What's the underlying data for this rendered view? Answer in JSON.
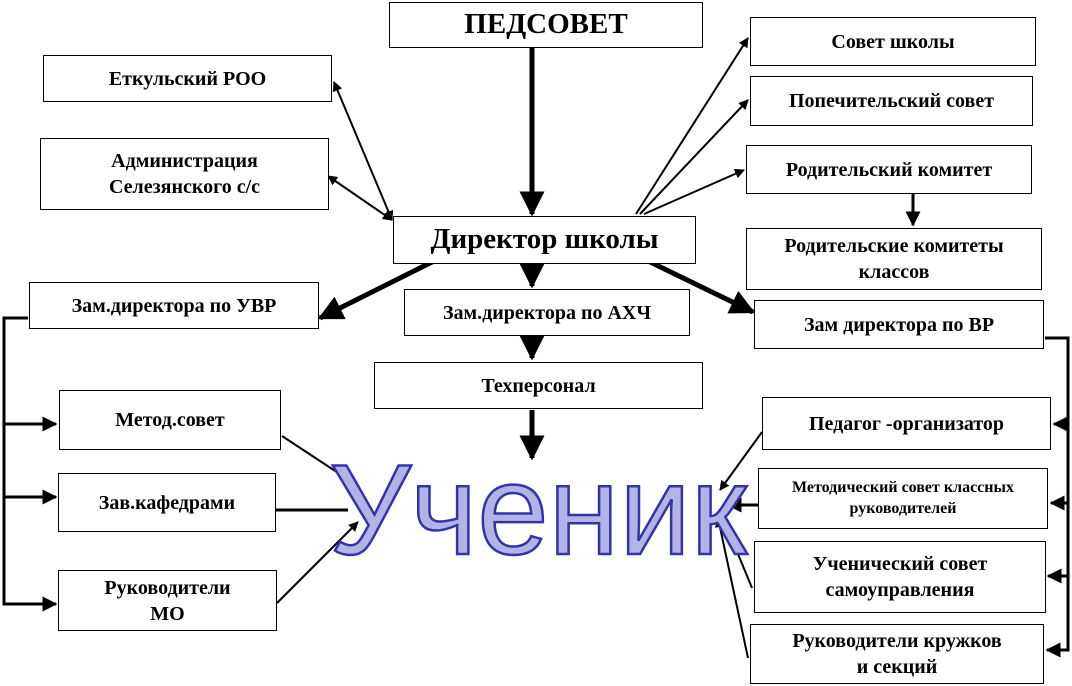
{
  "colors": {
    "line": "#000000",
    "student_fill": "#b3b3e6",
    "student_stroke": "#3333aa"
  },
  "boxes": {
    "pedsovet": "ПЕДСОВЕТ",
    "roo": "Еткульский РОО",
    "administration": "Администрация\nСелезянского с/с",
    "director": "Директор школы",
    "school_council": "Совет школы",
    "trustees": "Попечительский совет",
    "parent_committee": "Родительский комитет",
    "class_parent_committees": "Родительские комитеты\nклассов",
    "deputy_uvr": "Зам.директора по УВР",
    "deputy_ahch": "Зам.директора по АХЧ",
    "deputy_vr": "Зам директора по ВР",
    "tech_staff": "Техперсонал",
    "method_council": "Метод.совет",
    "dept_heads": "Зав.кафедрами",
    "mo_heads": "Руководители\nМО",
    "organizer": "Педагог -организатор",
    "class_teachers_council": "Методический совет классных\nруководителей",
    "student_council": "Ученический совет\nсамоуправления",
    "clubs_heads": "Руководители кружков\nи секций"
  },
  "center_label": "Ученик"
}
